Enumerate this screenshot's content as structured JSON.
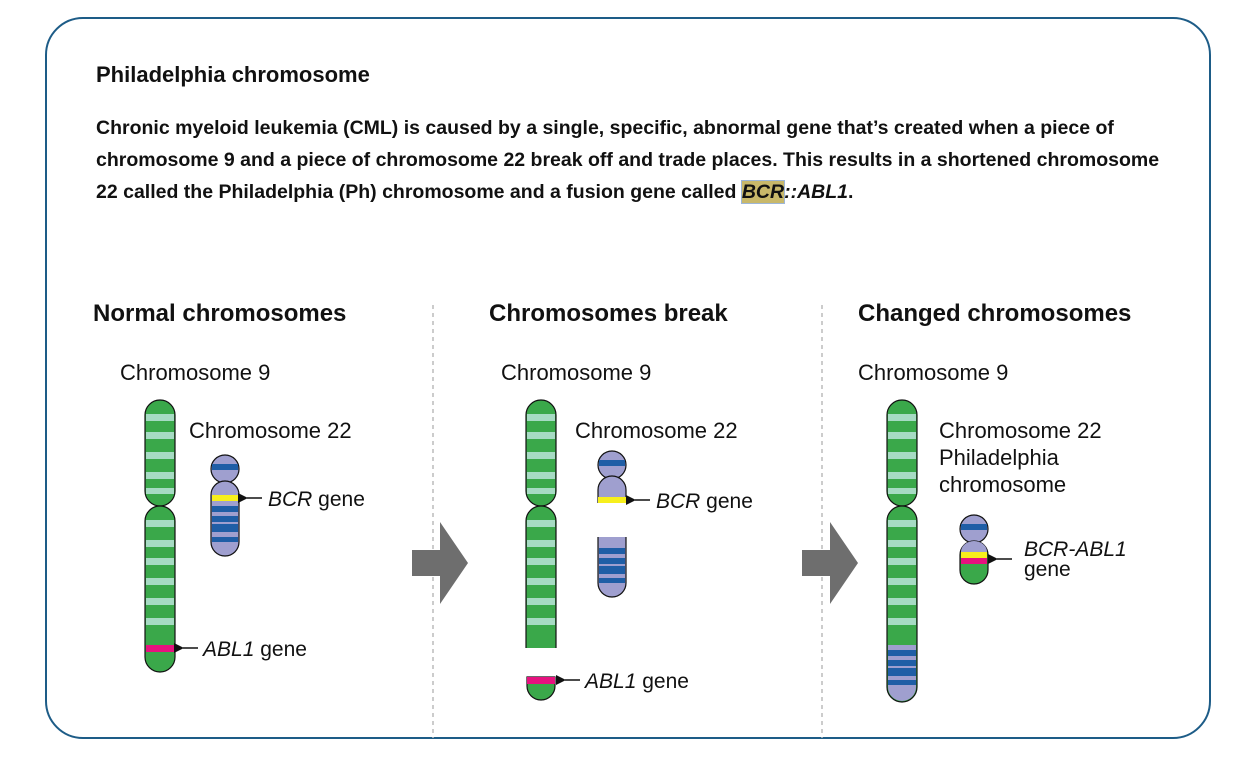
{
  "title": "Philadelphia chromosome",
  "intro": {
    "text_before": "Chronic myeloid leukemia (CML) is caused by a single, specific, abnormal gene that’s created when a piece of chromosome 9 and a piece of chromosome 22 break off and trade places. This results in a shortened chromosome 22 called the Philadelphia (Ph) chromosome and a fusion gene called ",
    "gene_highlight": "BCR",
    "gene_rest": "::ABL1",
    "text_after": "."
  },
  "panels": [
    {
      "heading": "Normal chromosomes",
      "chr9_label": "Chromosome 9",
      "chr22_label": "Chromosome 22",
      "bcr_gene": "BCR",
      "bcr_suffix": " gene",
      "abl_gene": "ABL1",
      "abl_suffix": " gene"
    },
    {
      "heading": "Chromosomes break",
      "chr9_label": "Chromosome 9",
      "chr22_label": "Chromosome 22",
      "bcr_gene": "BCR",
      "bcr_suffix": " gene",
      "abl_gene": "ABL1",
      "abl_suffix": " gene"
    },
    {
      "heading": "Changed chromosomes",
      "chr9_label": "Chromosome 9",
      "chr22_label_line1": "Chromosome 22",
      "chr22_label_line2": "Philadelphia",
      "chr22_label_line3": "chromosome",
      "fusion_gene": "BCR-ABL1",
      "fusion_suffix": "gene"
    }
  ],
  "colors": {
    "border": "#1d5c87",
    "chr9_green": "#3aa84a",
    "chr9_band": "#a6dbc3",
    "chr22_lavender": "#9f9fcf",
    "chr22_band": "#1f5ea6",
    "bcr_yellow": "#f7ef1c",
    "abl_magenta": "#e6127f",
    "arrow_gray": "#6e6e6e",
    "divider": "#bbbbbb"
  }
}
